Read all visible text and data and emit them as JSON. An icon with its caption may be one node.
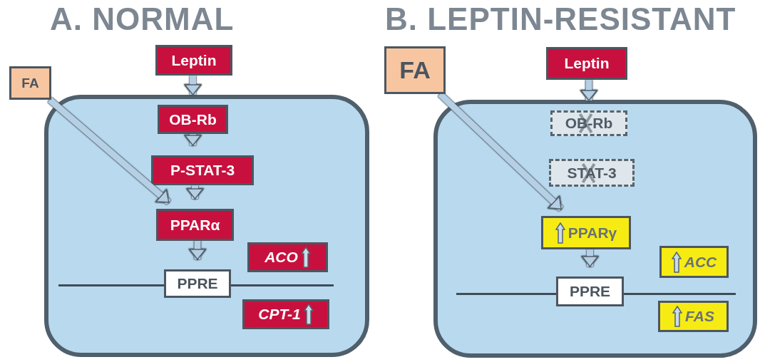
{
  "diagram": {
    "nodes": [
      {
        "text": [],
        "shape": "box"
      },
      {
        "text": [
          "Leptin"
        ]
      },
      {
        "text": [
          "FA"
        ]
      },
      {
        "text": [
          "OB-Rb"
        ],
        "in": 0
      },
      {
        "text": [
          "P-STAT-3"
        ],
        "in": 0
      },
      {
        "text": [
          "PPARα"
        ],
        "in": 0
      },
      {
        "text": [
          "ACO"
        ],
        "in": 0
      },
      {
        "text": [
          "PPRE"
        ],
        "in": 0
      },
      {
        "text": [
          "CPT-1"
        ],
        "in": 0
      },
      {
        "text": [],
        "shape": "box"
      },
      {
        "text": [
          "FA"
        ]
      },
      {
        "text": [
          "Leptin"
        ]
      },
      {
        "text": [
          "OB-Rb"
        ],
        "in": 9
      },
      {
        "text": [
          "STAT-3"
        ],
        "in": 9
      },
      {
        "text": [
          "PPARγ"
        ],
        "in": 9
      },
      {
        "text": [
          "ACC"
        ],
        "in": 9
      },
      {
        "text": [
          "PPRE"
        ],
        "in": 9
      },
      {
        "text": [
          "FAS"
        ],
        "in": 9
      }
    ],
    "edges": [
      {
        "from": 1,
        "to": 3,
        "arrow": "to"
      },
      {
        "from": 3,
        "to": 4,
        "arrow": "to"
      },
      {
        "from": 4,
        "to": 5,
        "arrow": "to"
      },
      {
        "from": 2,
        "to": 5,
        "arrow": "to"
      },
      {
        "from": 5,
        "to": 7,
        "arrow": "to"
      },
      {
        "from": 11,
        "to": 12,
        "arrow": "to"
      },
      {
        "from": 10,
        "to": 14,
        "arrow": "to"
      },
      {
        "from": 14,
        "to": 16,
        "arrow": "to"
      }
    ],
    "labels": [
      "A. NORMAL",
      "B. LEPTIN-RESISTANT"
    ]
  }
}
